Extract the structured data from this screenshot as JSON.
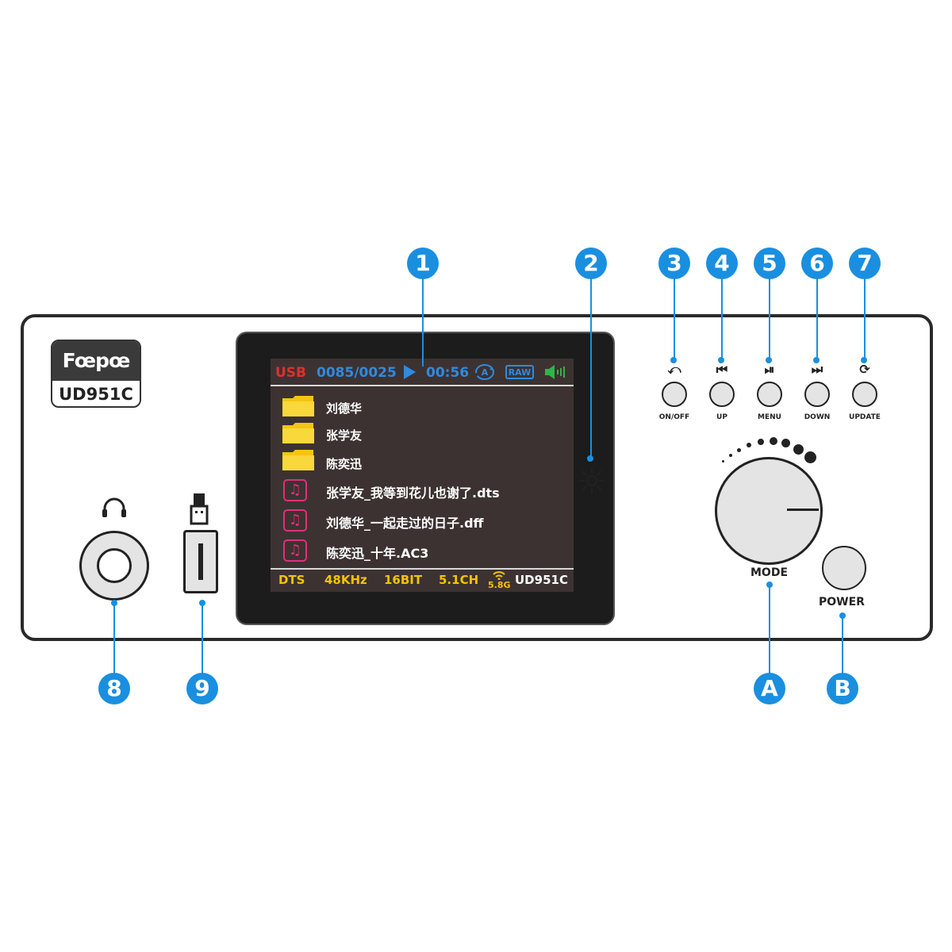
{
  "brand": {
    "logo_text": "Fœpœ",
    "model": "UD951C"
  },
  "screen": {
    "source": "USB",
    "track_counter": "0085/0025",
    "play_icon": "play-icon",
    "time": "00:56",
    "repeat_icon": "repeat-a-icon",
    "repeat_letter": "A",
    "format_tag": "RAW",
    "volume_icon": "speaker-icon",
    "files": [
      {
        "type": "folder",
        "name": "刘德华"
      },
      {
        "type": "folder",
        "name": "张学友"
      },
      {
        "type": "folder",
        "name": "陈奕迅"
      },
      {
        "type": "music",
        "name": "张学友_我等到花儿也谢了.dts"
      },
      {
        "type": "music",
        "name": "刘德华_一起走过的日子.dff"
      },
      {
        "type": "music",
        "name": "陈奕迅_十年.AC3"
      }
    ],
    "footer": {
      "codec": "DTS",
      "sample_rate": "48KHz",
      "bit_depth": "16BIT",
      "channels": "5.1CH",
      "wireless": "5.8G",
      "model": "UD951C"
    }
  },
  "buttons": [
    {
      "icon": "back-arrow-icon",
      "glyph": "⤺",
      "label": "ON/OFF"
    },
    {
      "icon": "previous-icon",
      "glyph": "⏮",
      "label": "UP"
    },
    {
      "icon": "play-pause-icon",
      "glyph": "⏯",
      "label": "MENU"
    },
    {
      "icon": "next-icon",
      "glyph": "⏭",
      "label": "DOWN"
    },
    {
      "icon": "loop-icon",
      "glyph": "⟳",
      "label": "UPDATE"
    }
  ],
  "knob": {
    "label": "MODE"
  },
  "power": {
    "label": "POWER"
  },
  "callouts": [
    "1",
    "2",
    "3",
    "4",
    "5",
    "6",
    "7",
    "8",
    "9",
    "A",
    "B"
  ],
  "colors": {
    "callout": "#1a8fe0",
    "usb_tag": "#e0302a",
    "status_blue": "#2e8be0",
    "footer_yellow": "#f5c400",
    "music_pink": "#e0307a",
    "folder_yellow": "#f3c613",
    "volume_green": "#2fb34a",
    "lcd_bg": "#3d3232"
  }
}
